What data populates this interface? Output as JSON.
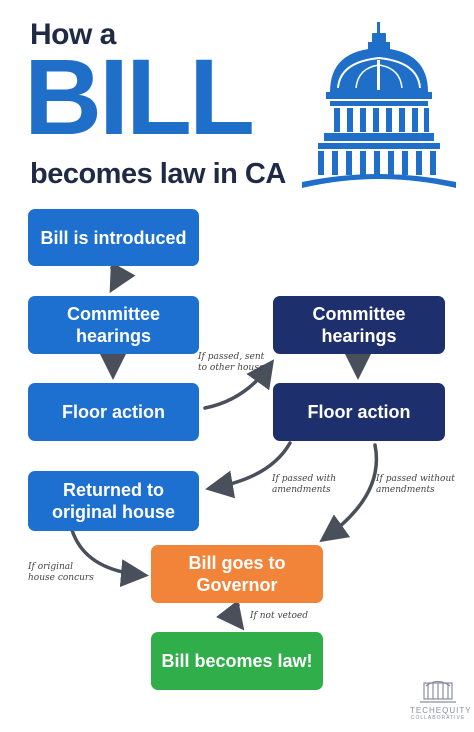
{
  "header": {
    "line1": "How a",
    "line2": "BILL",
    "line3": "becomes law in CA"
  },
  "flow": {
    "introduced": "Bill is introduced",
    "committee_1": "Committee hearings",
    "floor_1": "Floor action",
    "committee_2": "Committee hearings",
    "floor_2": "Floor action",
    "returned": "Returned to original house",
    "governor": "Bill goes to Governor",
    "law": "Bill becomes law!"
  },
  "notes": {
    "passed_sent": "If passed, sent to other house",
    "passed_with": "If passed with amendments",
    "passed_without": "If passed without amendments",
    "concurs": "If original house concurs",
    "not_vetoed": "If not vetoed"
  },
  "logo": {
    "name": "TECHEQUITY",
    "sub": "COLLABORATIVE"
  },
  "colors": {
    "blue": "#1d6fd0",
    "navy": "#1e2f6e",
    "orange": "#f2843a",
    "green": "#2fae49",
    "title_dark": "#1f2a44",
    "title_blue": "#1f6fc9",
    "arrow": "#4a4f5c"
  },
  "icons": [
    "capitol-icon",
    "tree-logo-icon"
  ]
}
